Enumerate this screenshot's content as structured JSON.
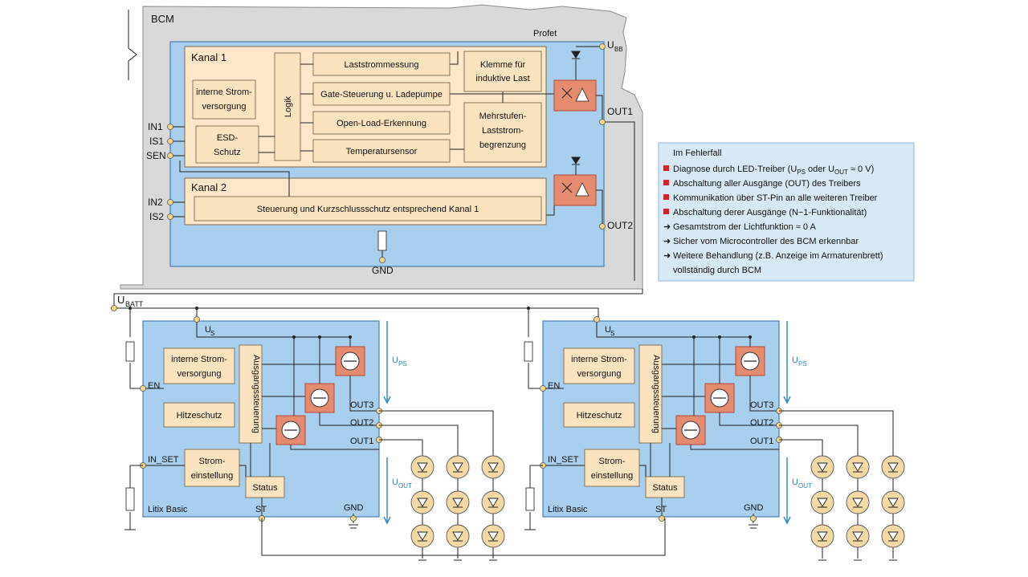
{
  "top": {
    "bcm": "BCM",
    "profet": "Profet",
    "ubb": "U",
    "ubb_sub": "BB",
    "out1": "OUT1",
    "out2": "OUT2",
    "gnd": "GND",
    "pins_left": [
      "IN1",
      "IS1",
      "SEN",
      "IN2",
      "IS2"
    ],
    "kanal1": "Kanal 1",
    "kanal2": "Kanal 2",
    "interne_strom": [
      "interne Strom-",
      "versorgung"
    ],
    "esd": [
      "ESD-",
      "Schutz"
    ],
    "logik": "Logik",
    "laststrom": "Laststrommessung",
    "gate": "Gate-Steuerung u. Ladepumpe",
    "openload": "Open-Load-Erkennung",
    "temp": "Temperatursensor",
    "klemme": [
      "Klemme für",
      "induktive Last"
    ],
    "mehrstufen": [
      "Mehrstufen-",
      "Laststrom-",
      "begrenzung"
    ],
    "steuerung_k2": "Steuerung und Kurzschlussschutz entsprechend Kanal 1"
  },
  "legend": {
    "title": "Im Fehlerfall",
    "items": [
      {
        "kind": "bullet",
        "text": "Diagnose durch LED-Treiber (U"
      },
      {
        "kind": "bullet",
        "text": "Abschaltung aller Ausgänge (OUT) des Treibers"
      },
      {
        "kind": "bullet",
        "text": "Kommunikation über ST-Pin an alle weiteren Treiber"
      },
      {
        "kind": "bullet",
        "text": "Abschaltung derer Ausgänge (N−1-Funktionalität)"
      },
      {
        "kind": "arrow",
        "text": "Gesamtstrom der Lichtfunktion ≈ 0 A"
      },
      {
        "kind": "arrow",
        "text": "Sicher vom Microcontroller des BCM erkennbar"
      },
      {
        "kind": "arrow",
        "text": "Weitere Behandlung (z.B. Anzeige im Armaturenbrett)"
      },
      {
        "kind": "cont",
        "text": "vollständig durch BCM"
      }
    ],
    "diag_suffix": {
      "ps": "PS",
      "mid": " oder U",
      "out": "OUT",
      "end": " ≈ 0 V)"
    }
  },
  "bottom": {
    "ubatt": "U",
    "ubatt_sub": "BATT",
    "drivers": [
      {
        "us": "U",
        "us_sub": "S",
        "en": "EN",
        "in_set": "IN_SET",
        "interne_strom": [
          "interne Strom-",
          "versorgung"
        ],
        "hitze": "Hitzeschutz",
        "ausgang": "Ausgangssteuerung",
        "strom": [
          "Strom-",
          "einstellung"
        ],
        "status": "Status",
        "name": "Litix Basic",
        "st": "ST",
        "gnd": "GND",
        "outs": [
          "OUT3",
          "OUT2",
          "OUT1"
        ],
        "ups": "U",
        "ups_sub": "PS",
        "uout": "U",
        "uout_sub": "OUT"
      },
      {
        "us": "U",
        "us_sub": "S",
        "en": "EN",
        "in_set": "IN_SET",
        "interne_strom": [
          "interne Strom-",
          "versorgung"
        ],
        "hitze": "Hitzeschutz",
        "ausgang": "Ausgangssteuerung",
        "strom": [
          "Strom-",
          "einstellung"
        ],
        "status": "Status",
        "name": "Litix Basic",
        "st": "ST",
        "gnd": "GND",
        "outs": [
          "OUT3",
          "OUT2",
          "OUT1"
        ],
        "ups": "U",
        "ups_sub": "PS",
        "uout": "U",
        "uout_sub": "OUT"
      }
    ]
  },
  "colors": {
    "driver_blue": "#a9cfee",
    "block_orange": "#fbe3c0",
    "mosfet_red": "#e58b70",
    "bullet_red": "#d4232a"
  }
}
